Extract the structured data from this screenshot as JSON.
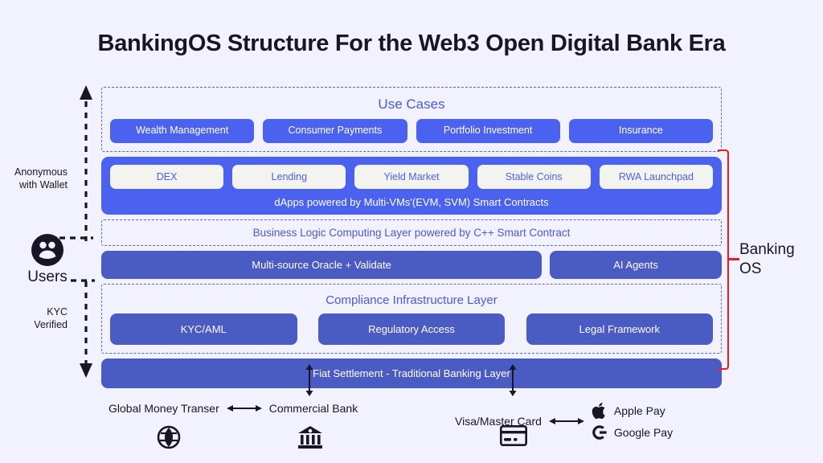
{
  "title": "BankingOS Structure For the Web3 Open Digital Bank Era",
  "colors": {
    "background": "#f2f1fe",
    "accent_blue": "#4b62f0",
    "muted_blue": "#4a5bc4",
    "bracket_red": "#ee1b24",
    "text_dark": "#1a1526"
  },
  "use_cases": {
    "caption": "Use Cases",
    "items": [
      {
        "label": "Wealth Management"
      },
      {
        "label": "Consumer Payments"
      },
      {
        "label": "Portfolio Investment"
      },
      {
        "label": "Insurance"
      }
    ]
  },
  "dapps": {
    "items": [
      {
        "label": "DEX"
      },
      {
        "label": "Lending"
      },
      {
        "label": "Yield Market"
      },
      {
        "label": "Stable Coins"
      },
      {
        "label": "RWA Launchpad"
      }
    ],
    "caption": "dApps powered by Multi-VMs'(EVM, SVM) Smart Contracts"
  },
  "business_logic": {
    "label": "Business Logic Computing Layer powered by C++ Smart Contract"
  },
  "oracle_row": {
    "primary": "Multi-source Oracle + Validate",
    "secondary": "AI Agents"
  },
  "compliance": {
    "caption": "Compliance Infrastructure Layer",
    "items": [
      {
        "label": "KYC/AML"
      },
      {
        "label": "Regulatory Access"
      },
      {
        "label": "Legal Framework"
      }
    ]
  },
  "fiat": {
    "label": "Fiat Settlement - Traditional Banking Layer"
  },
  "left_annotations": {
    "anonymous": "Anonymous\nwith Wallet",
    "anonymous_line1": "Anonymous",
    "anonymous_line2": "with Wallet",
    "kyc_line1": "KYC",
    "kyc_line2": "Verified",
    "users_label": "Users",
    "users_icon": "users-icon"
  },
  "right_bracket": {
    "line1": "Banking",
    "line2": "OS"
  },
  "bottom": {
    "left_rail": {
      "node_a": "Global Money Transer",
      "node_a_icon": "globe-icon",
      "node_b": "Commercial Bank",
      "node_b_icon": "bank-icon",
      "connector_icon": "double-arrow-icon"
    },
    "right_rail": {
      "node_a": "Visa/Master Card",
      "node_a_icon": "credit-card-icon",
      "connector_icon": "double-arrow-icon",
      "wallets": [
        {
          "label": "Apple Pay",
          "icon": "apple-icon"
        },
        {
          "label": "Google Pay",
          "icon": "google-icon"
        }
      ]
    }
  }
}
